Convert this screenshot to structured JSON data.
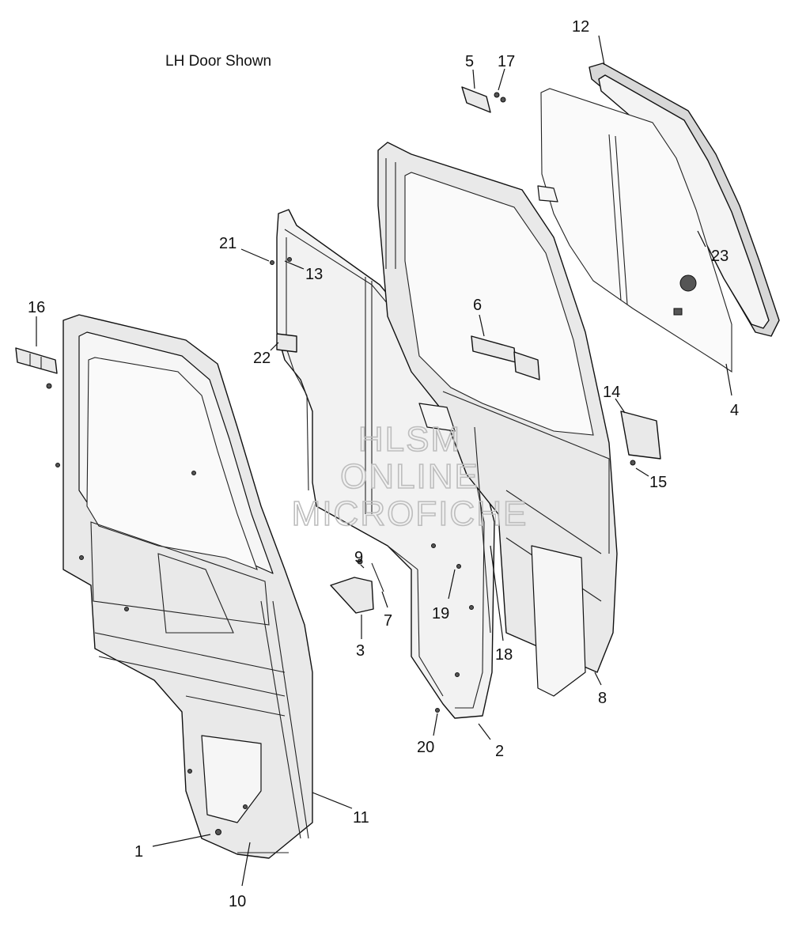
{
  "diagram": {
    "note": "LH Door Shown",
    "watermark": [
      "HLSM",
      "ONLINE",
      "MICROFICHE"
    ],
    "callouts": [
      "1",
      "2",
      "3",
      "4",
      "5",
      "6",
      "7",
      "8",
      "9",
      "10",
      "11",
      "12",
      "13",
      "14",
      "15",
      "16",
      "17",
      "18",
      "19",
      "20",
      "21",
      "22",
      "23"
    ]
  }
}
